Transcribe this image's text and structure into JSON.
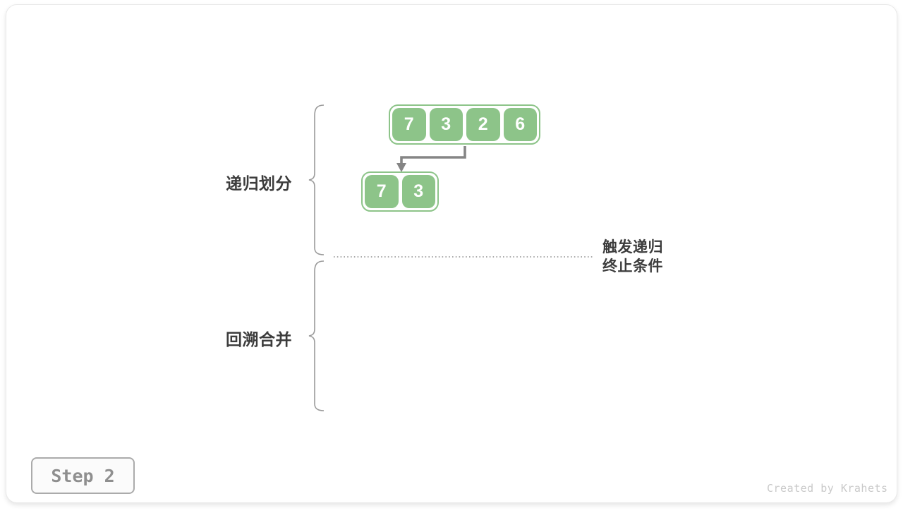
{
  "figure": {
    "step_badge": "Step 2",
    "watermark": "Created by Krahets"
  },
  "labels": {
    "divide_phase": "递归划分",
    "merge_phase": "回溯合并",
    "terminate_line1": "触发递归",
    "terminate_line2": "终止条件"
  },
  "arrays": [
    {
      "values": [
        "7",
        "3",
        "2",
        "6"
      ]
    },
    {
      "values": [
        "7",
        "3"
      ]
    }
  ],
  "colors": {
    "cell_green": "#8dc489",
    "arrow_gray": "#858585",
    "text_dark": "#3c3c3c",
    "muted_gray": "#9a9a9a",
    "watermark_gray": "#c9c9c9"
  }
}
